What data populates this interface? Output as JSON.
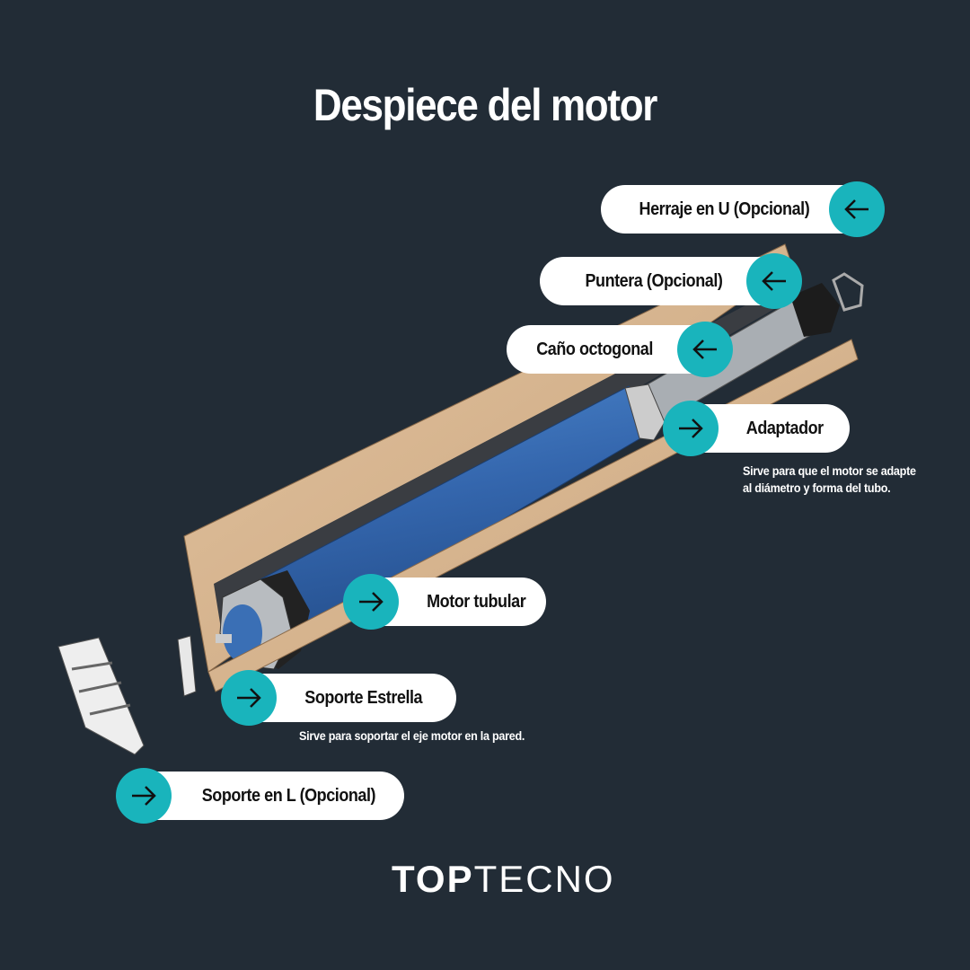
{
  "title": "Despiece del motor",
  "labels": {
    "herraje": "Herraje en U (Opcional)",
    "puntera": "Puntera (Opcional)",
    "cano": "Caño octogonal",
    "adaptador": "Adaptador",
    "adaptador_caption_1": "Sirve para que el motor se adapte",
    "adaptador_caption_2": "al diámetro y forma del tubo.",
    "motor": "Motor tubular",
    "estrella": "Soporte Estrella",
    "estrella_caption": "Sirve para soportar el eje motor en la pared.",
    "soporte_l": "Soporte en L (Opcional)"
  },
  "logo": {
    "bold": "TOP",
    "light": "TECNO"
  },
  "colors": {
    "background": "#222c36",
    "accent": "#19b4bc",
    "motor": "#3a6fb5",
    "wood": "#d9b894"
  }
}
